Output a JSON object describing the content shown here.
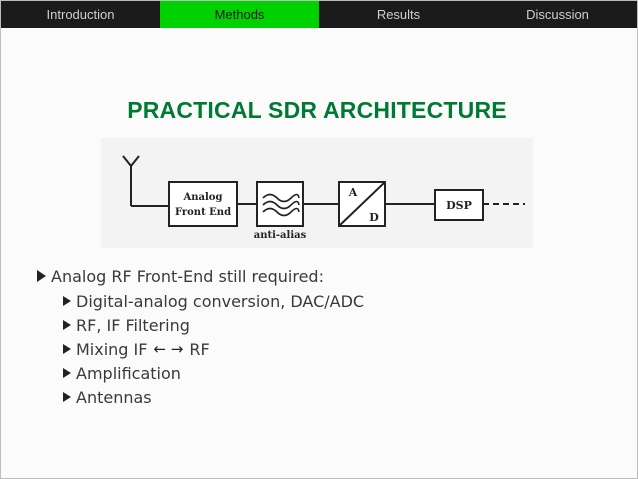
{
  "nav": {
    "tabs": [
      {
        "label": "Introduction",
        "active": false
      },
      {
        "label": "Methods",
        "active": true
      },
      {
        "label": "Results",
        "active": false
      },
      {
        "label": "Discussion",
        "active": false
      }
    ]
  },
  "slide": {
    "title": "PRACTICAL SDR ARCHITECTURE"
  },
  "diagram": {
    "blocks": {
      "analog_line1": "Analog",
      "analog_line2": "Front End",
      "ad_top": "A",
      "ad_bottom": "D",
      "dsp": "DSP"
    },
    "caption": "anti-alias"
  },
  "bullets": {
    "main": "Analog RF Front-End still required:",
    "sub": [
      "Digital-analog conversion, DAC/ADC",
      "RF, IF Filtering",
      "Amplification",
      "Antennas"
    ],
    "mixing_prefix": "Mixing IF",
    "mixing_suffix": "RF",
    "mixing_arrows": "← →"
  },
  "colors": {
    "nav_active": "#00d100",
    "nav_inactive": "#1b1b1b",
    "title": "#007a33"
  }
}
